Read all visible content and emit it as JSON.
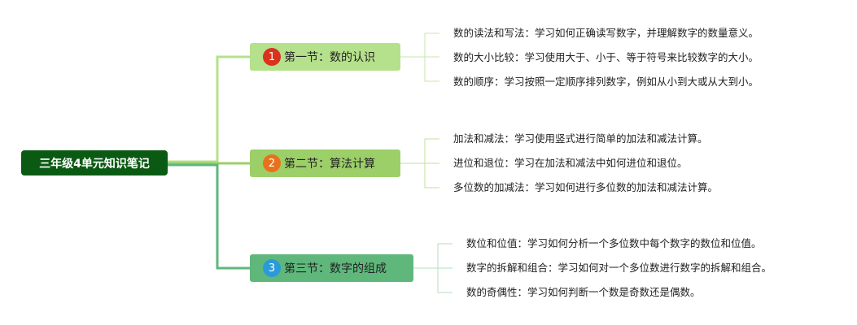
{
  "root": {
    "title": "三年级4单元知识笔记"
  },
  "sections": [
    {
      "number": "1",
      "title": "第一节：数的认识",
      "badge_color": "#d9321f",
      "bg_color": "#b5e08c",
      "line_color": "#b5e08c",
      "items": [
        "数的读法和写法：学习如何正确读写数字，并理解数字的数量意义。",
        "数的大小比较：学习使用大于、小于、等于符号来比较数字的大小。",
        "数的顺序：学习按照一定顺序排列数字，例如从小到大或从大到小。"
      ]
    },
    {
      "number": "2",
      "title": "第二节：算法计算",
      "badge_color": "#e8721c",
      "bg_color": "#9ccf68",
      "line_color": "#9ccf68",
      "items": [
        "加法和减法：学习使用竖式进行简单的加法和减法计算。",
        "进位和退位：学习在加法和减法中如何进位和退位。",
        "多位数的加减法：学习如何进行多位数的加法和减法计算。"
      ]
    },
    {
      "number": "3",
      "title": "第三节：数字的组成",
      "badge_color": "#2a9ad8",
      "bg_color": "#5fb77c",
      "line_color": "#5fb77c",
      "items": [
        "数位和位值：学习如何分析一个多位数中每个数字的数位和位值。",
        "数字的拆解和组合：学习如何对一个多位数进行数字的拆解和组合。",
        "数的奇偶性：学习如何判断一个数是奇数还是偶数。"
      ]
    }
  ]
}
